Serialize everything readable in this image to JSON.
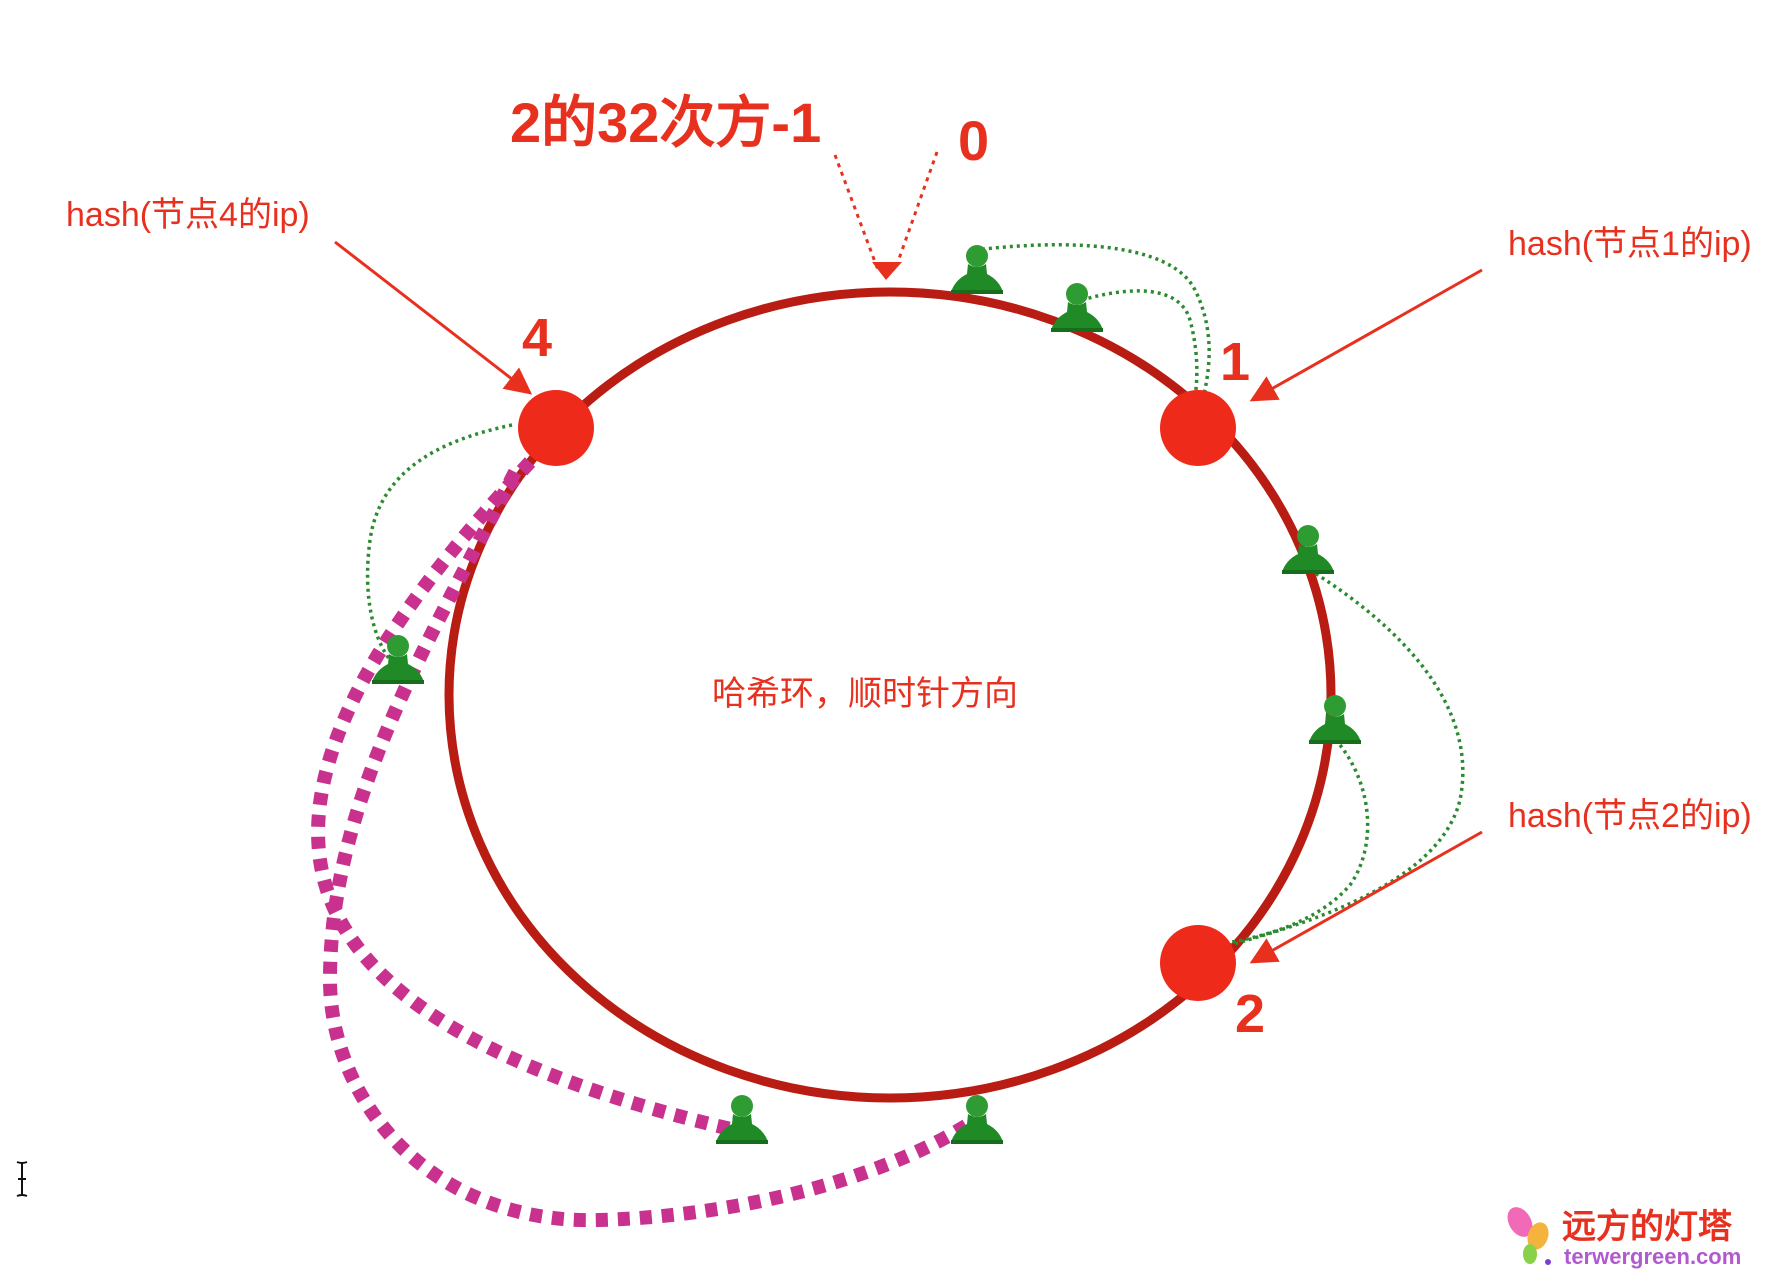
{
  "diagram": {
    "top_label": "2的32次方-1",
    "zero_label": "0",
    "center_label": "哈希环，顺时针方向",
    "nodes": [
      {
        "id": "1",
        "label": "1"
      },
      {
        "id": "2",
        "label": "2"
      },
      {
        "id": "4",
        "label": "4"
      }
    ],
    "hash_labels": {
      "node1": "hash(节点1的ip)",
      "node2": "hash(节点2的ip)",
      "node4": "hash(节点4的ip)"
    },
    "colors": {
      "ring": "#b81c12",
      "node": "#ee2a1a",
      "label": "#e8301f",
      "user": "#1f8a26",
      "green_link": "#2c8a30",
      "magenta_link": "#c8318e"
    }
  },
  "watermark": {
    "chinese": "远方的灯塔",
    "url": "terwergreen.com"
  }
}
